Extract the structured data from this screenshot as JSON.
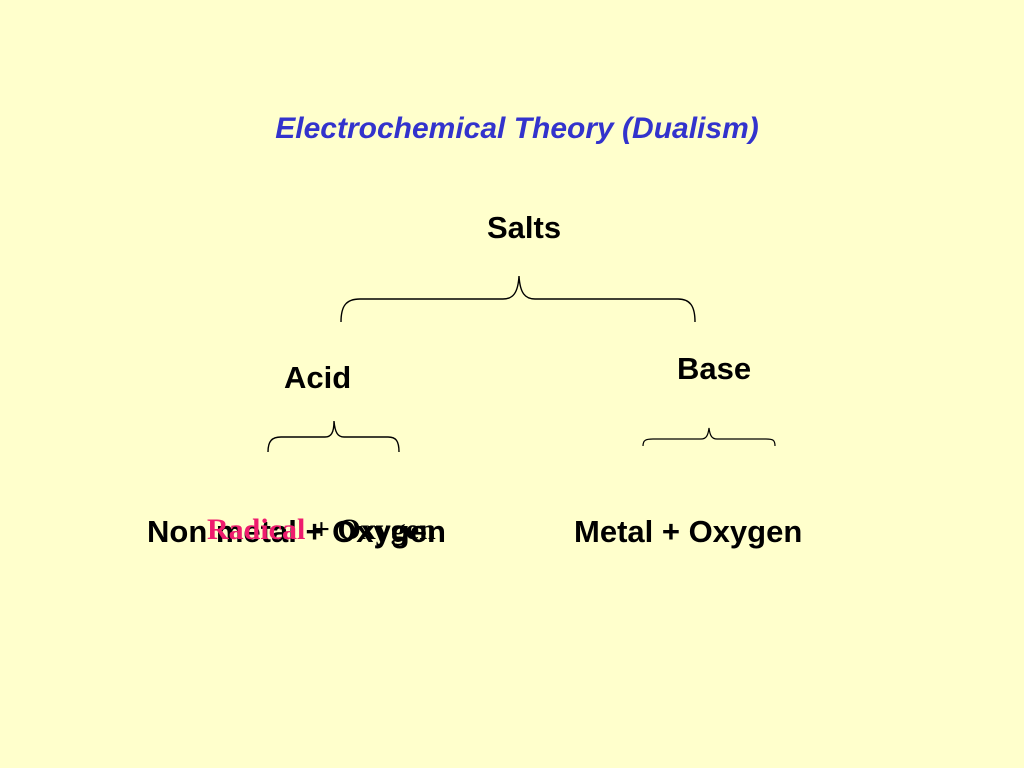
{
  "colors": {
    "background": "#ffffcc",
    "title": "#3333cc",
    "text": "#000000",
    "radical": "#ee1c6e",
    "brace": "#000000"
  },
  "slide": {
    "title": "Electrochemical Theory (Dualism)",
    "root": "Salts",
    "left": {
      "label": "Acid",
      "formula": "Non metal + Oxygen",
      "overlay": {
        "word": "Radical",
        "rest": " + Oxygen"
      }
    },
    "right": {
      "label": "Base",
      "formula": "Metal + Oxygen"
    }
  }
}
